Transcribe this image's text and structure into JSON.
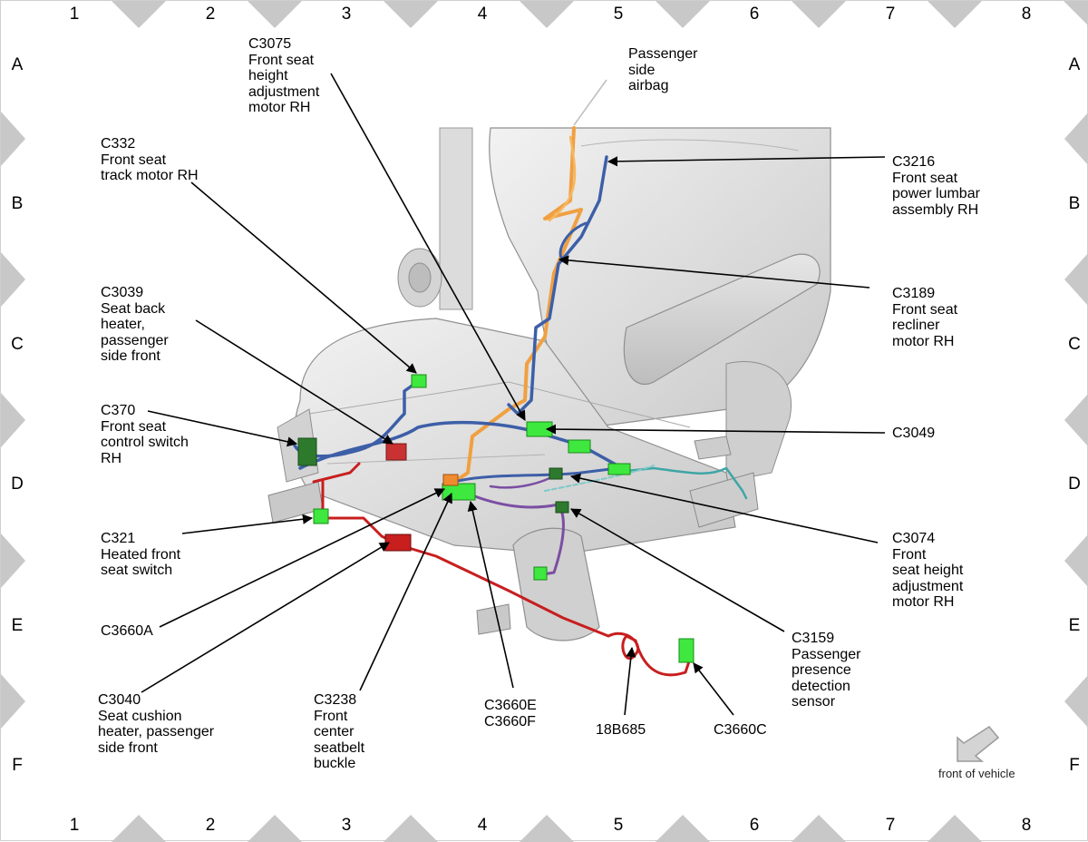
{
  "grid": {
    "columns": [
      "1",
      "2",
      "3",
      "4",
      "5",
      "6",
      "7",
      "8"
    ],
    "rows": [
      "A",
      "B",
      "C",
      "D",
      "E",
      "F"
    ]
  },
  "labels": {
    "c3075": "C3075\nFront seat\nheight\nadjustment\nmotor RH",
    "passenger_airbag": "Passenger\nside\nairbag",
    "c332": "C332\nFront seat\ntrack motor RH",
    "c3216": "C3216\nFront seat\npower lumbar\nassembly RH",
    "c3039": "C3039\nSeat back\nheater,\npassenger\nside front",
    "c3189": "C3189\nFront seat\nrecliner\nmotor RH",
    "c370": "C370\nFront seat\ncontrol switch\nRH",
    "c3049": "C3049",
    "c321": "C321\nHeated front\nseat switch",
    "c3074": "C3074\nFront\nseat height\nadjustment\nmotor RH",
    "c3660a": "C3660A",
    "c3159": "C3159\nPassenger\npresence\ndetection\nsensor",
    "c3040": "C3040\nSeat cushion\nheater, passenger\nside front",
    "c3238": "C3238\nFront\ncenter\nseatbelt\nbuckle",
    "c3660ef": "C3660E\nC3660F",
    "n18b685": "18B685",
    "c3660c": "C3660C",
    "front_of_vehicle": "front of vehicle"
  },
  "icons": {
    "front_arrow": "front-of-vehicle-arrow-icon"
  },
  "colors": {
    "harness_blue": "#3d5fa8",
    "harness_orange": "#f0a040",
    "harness_red": "#c81e1e",
    "harness_purple": "#7b4ea3",
    "harness_teal": "#3fa5a5",
    "connector_green": "#3ee83e",
    "seat_gray": "#d9d9d9"
  }
}
